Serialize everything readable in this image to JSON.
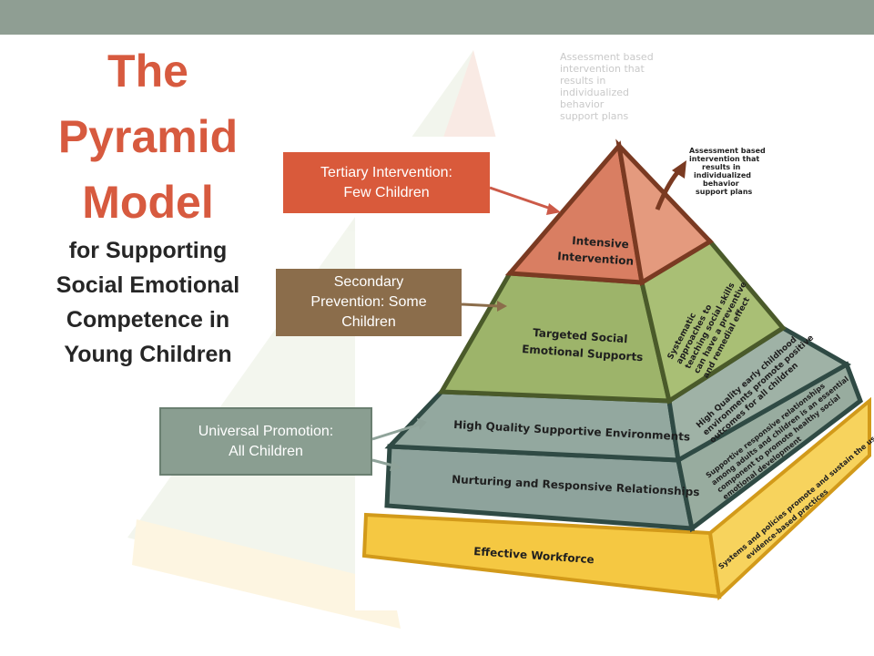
{
  "title": {
    "line1": "The",
    "line2": "Pyramid",
    "line3": "Model"
  },
  "subtitle": {
    "line1": "for Supporting",
    "line2": "Social Emotional",
    "line3": "Competence in",
    "line4": "Young Children"
  },
  "labels": {
    "tertiary": {
      "line1": "Tertiary Intervention:",
      "line2": "Few Children"
    },
    "secondary": {
      "line1": "Secondary",
      "line2": "Prevention: Some",
      "line3": "Children"
    },
    "universal": {
      "line1": "Universal Promotion:",
      "line2": "All Children"
    }
  },
  "pyramid": {
    "tier_intensive": [
      "Intensive",
      "Intervention"
    ],
    "tier_targeted": [
      "Targeted Social",
      "Emotional Supports"
    ],
    "tier_environments": "High Quality Supportive Environments",
    "tier_relationships": "Nurturing and Responsive Relationships",
    "base": "Effective Workforce",
    "side_targeted": [
      "Systematic",
      "approaches to",
      "teaching social skills",
      "can have a preventive",
      "and remedial effect"
    ],
    "side_environments": [
      "High Quality early childhood",
      "environments promote positive",
      "outcomes for all children"
    ],
    "side_relationships": [
      "Supportive responsive relationships",
      "among adults and children is an essential",
      "component to promote healthy social",
      "emotional development"
    ],
    "side_base": [
      "Systems and policies promote and sustain the use of",
      "evidence-based practices"
    ],
    "apex_note": [
      "Assessment based",
      "intervention that",
      "results in",
      "individualized",
      "behavior",
      "support plans"
    ]
  },
  "colors": {
    "topbar": "#8f9e93",
    "title": "#d75a3f",
    "tertiary": "#d95a3b",
    "secondary": "#8b6d4b",
    "universal": "#8a9e91",
    "tier_intensive": "#d97e62",
    "tier_targeted": "#9db46a",
    "tier_gray": "#8ea39c",
    "base": "#f5c842"
  }
}
